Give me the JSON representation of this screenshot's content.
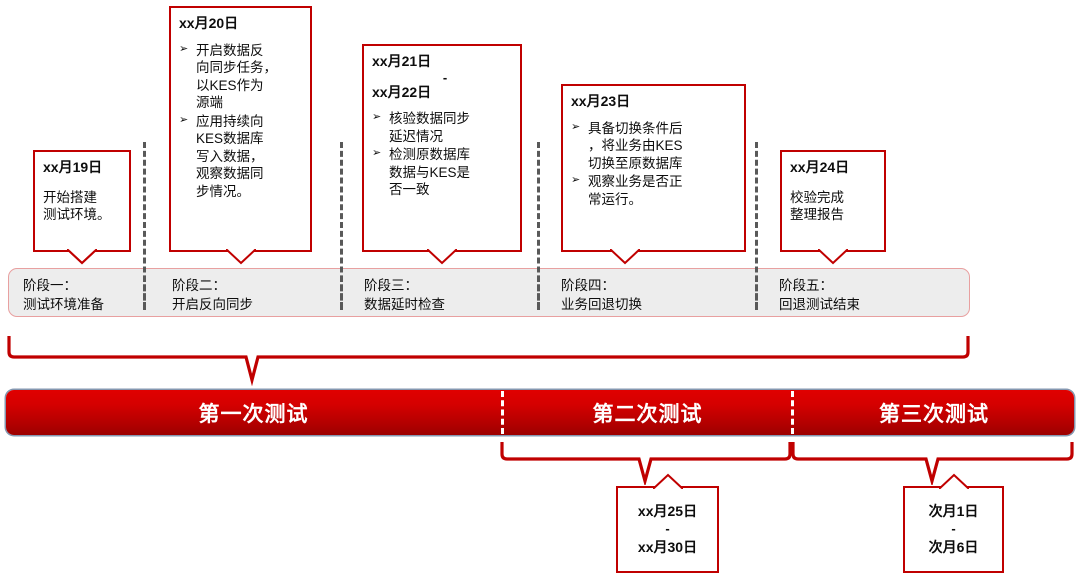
{
  "colors": {
    "red": "#C00000",
    "bar_red": "#D50000",
    "phase_bg": "#EDEDED",
    "dash_gray": "#595959",
    "text": "#0D0D0D"
  },
  "callouts": [
    {
      "id": "day19",
      "title": "xx月19日",
      "separator": "",
      "title2": "",
      "body_lines": [
        "开始搭建",
        "测试环境。"
      ],
      "bullets": []
    },
    {
      "id": "day20",
      "title": "xx月20日",
      "separator": "",
      "title2": "",
      "body_lines": [],
      "bullets": [
        [
          "开启数据反",
          "向同步任务，",
          "以KES作为",
          "源端"
        ],
        [
          "应用持续向",
          "KES数据库",
          "写入数据，",
          "观察数据同",
          "步情况。"
        ]
      ]
    },
    {
      "id": "day21-22",
      "title": "xx月21日",
      "separator": "-",
      "title2": "xx月22日",
      "body_lines": [],
      "bullets": [
        [
          "核验数据同步",
          "延迟情况"
        ],
        [
          "检测原数据库",
          "数据与KES是",
          "否一致"
        ]
      ]
    },
    {
      "id": "day23",
      "title": "xx月23日",
      "separator": "",
      "title2": "",
      "body_lines": [],
      "bullets": [
        [
          "具备切换条件后",
          "，将业务由KES",
          "切换至原数据库"
        ],
        [
          "观察业务是否正",
          "常运行。"
        ]
      ]
    },
    {
      "id": "day24",
      "title": "xx月24日",
      "separator": "",
      "title2": "",
      "body_lines": [
        "校验完成",
        "整理报告"
      ],
      "bullets": []
    }
  ],
  "bullet_marker": "➢",
  "phases": [
    {
      "label": "阶段一：",
      "desc": "测试环境准备"
    },
    {
      "label": "阶段二：",
      "desc": "开启反向同步"
    },
    {
      "label": "阶段三：",
      "desc": "数据延时检查"
    },
    {
      "label": "阶段四：",
      "desc": "业务回退切换"
    },
    {
      "label": "阶段五：",
      "desc": "回退测试结束"
    }
  ],
  "tests": [
    {
      "label": "第一次测试"
    },
    {
      "label": "第二次测试"
    },
    {
      "label": "第三次测试"
    }
  ],
  "date_boxes": [
    {
      "id": "range-25-30",
      "line1": "xx月25日",
      "sep": "-",
      "line2": "xx月30日"
    },
    {
      "id": "range-next-1-6",
      "line1": "次月1日",
      "sep": "-",
      "line2": "次月6日"
    }
  ]
}
